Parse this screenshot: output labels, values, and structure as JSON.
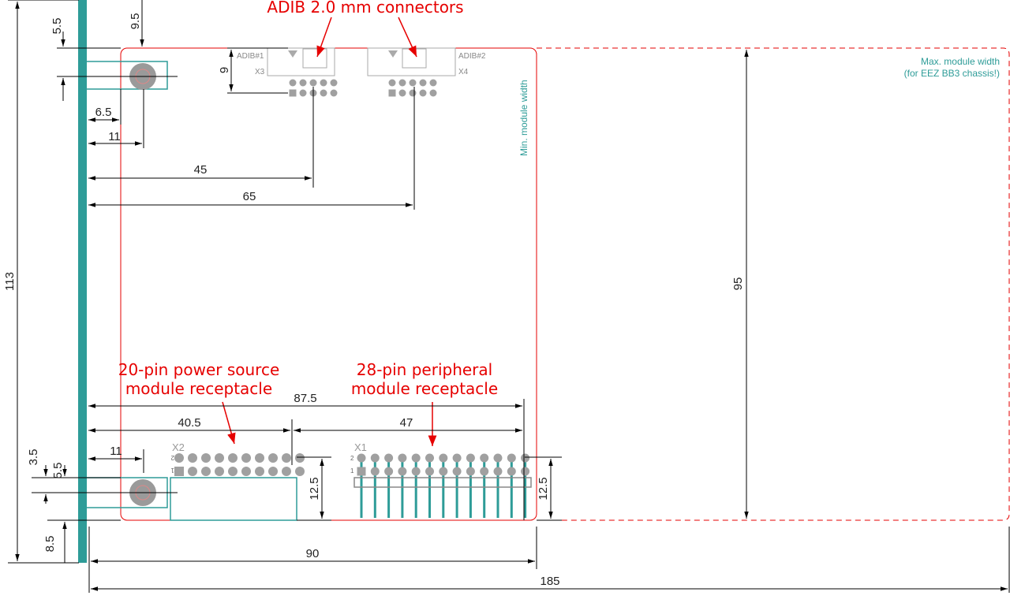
{
  "annotations": {
    "adib": "ADIB 2.0 mm connectors",
    "power_line1": "20-pin power source",
    "power_line2": "module receptacle",
    "periph_line1": "28-pin peripheral",
    "periph_line2": "module receptacle"
  },
  "labels": {
    "min_width": "Min. module width",
    "max_width_line1": "Max. module width",
    "max_width_line2": "(for EEZ BB3 chassis!)",
    "adib1": "ADIB#1",
    "adib2": "ADIB#2",
    "x3": "X3",
    "x4": "X4",
    "x2": "X2",
    "x1": "X1",
    "pin2": "2",
    "pin1": "1"
  },
  "dimensions": {
    "d113": "113",
    "d5_5_top": "5.5",
    "d9_5": "9.5",
    "d9": "9",
    "d6_5": "6.5",
    "d11_top": "11",
    "d45": "45",
    "d65": "65",
    "d95": "95",
    "d87_5": "87.5",
    "d40_5": "40.5",
    "d47": "47",
    "d3_5": "3.5",
    "d11_bottom": "11",
    "d5_5_bottom": "5.5",
    "d12_5_left": "12.5",
    "d12_5_right": "12.5",
    "d8_5": "8.5",
    "d90": "90",
    "d185": "185"
  },
  "colors": {
    "annotation": "#e60000",
    "board_outline": "#e60000",
    "teal": "#2e9c98",
    "pins": "#a0a0a0",
    "dimension_lines": "#000000"
  }
}
